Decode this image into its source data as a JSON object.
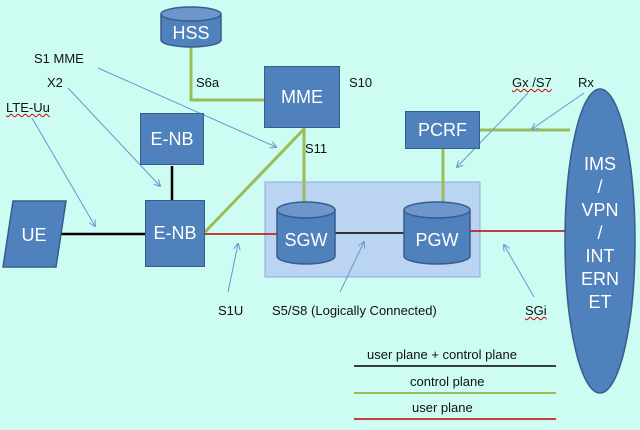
{
  "nodes": {
    "hss": "HSS",
    "mme": "MME",
    "enb_top": "E-NB",
    "enb": "E-NB",
    "ue": "UE",
    "sgw": "SGW",
    "pgw": "PGW",
    "pcrf": "PCRF",
    "cloud_lines": [
      "IMS",
      "/",
      "VPN",
      "/",
      "INT",
      "ERN",
      "ET"
    ]
  },
  "interfaces": {
    "s1_mme": "S1 MME",
    "x2": "X2",
    "lte_uu": "LTE-Uu",
    "s6a": "S6a",
    "s10": "S10",
    "s11": "S11",
    "gx_s7": "Gx /S7",
    "rx": "Rx",
    "s1u": "S1U",
    "s5_s8": "S5/S8 (Logically Connected)",
    "sgi": "SGi"
  },
  "legend": [
    {
      "label": "user plane + control plane",
      "color": "#000000"
    },
    {
      "label": "control plane",
      "color": "#9bbb59"
    },
    {
      "label": "user plane",
      "color": "#c00000"
    }
  ],
  "colors": {
    "background": "#ccfcf2",
    "node_fill": "#4f81bd",
    "node_stroke": "#385d8a",
    "control_plane": "#9bbb59",
    "user_plane": "#c00000",
    "user_control_plane": "#000000",
    "core_box": "#b4c7f0",
    "pointer_arrow": "#6699cc"
  }
}
